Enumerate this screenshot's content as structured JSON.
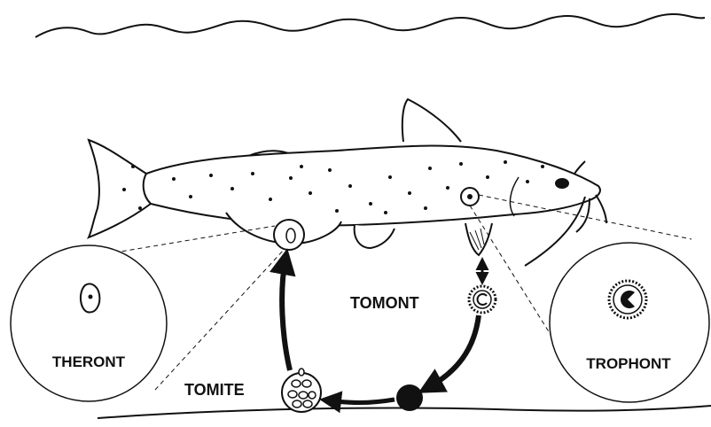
{
  "labels": {
    "tomont": "TOMONT",
    "theront": "THERONT",
    "tomite": "TOMITE",
    "trophont": "TROPHONT"
  },
  "colors": {
    "ink": "#111111",
    "background": "#ffffff"
  }
}
